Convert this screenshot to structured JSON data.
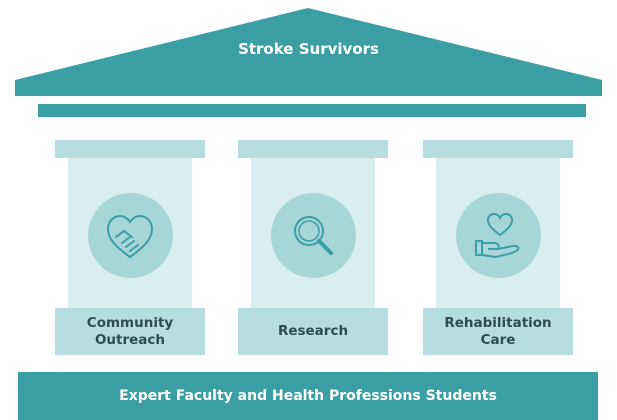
{
  "roof": {
    "label": "Stroke Survivors"
  },
  "pillars": [
    {
      "label": "Community\nOutreach",
      "icon": "handshake-heart-icon"
    },
    {
      "label": "Research",
      "icon": "magnifying-glass-icon"
    },
    {
      "label": "Rehabilitation\nCare",
      "icon": "hand-heart-icon"
    }
  ],
  "foundation": {
    "label": "Expert Faculty and Health Professions Students"
  },
  "colors": {
    "primary": "#3a9ea4",
    "light": "#b6dde0",
    "lighter": "#d8eef0",
    "circle": "#a7d6d9",
    "icon_stroke": "#3a9ea4",
    "text_dark": "#2f4b54"
  }
}
